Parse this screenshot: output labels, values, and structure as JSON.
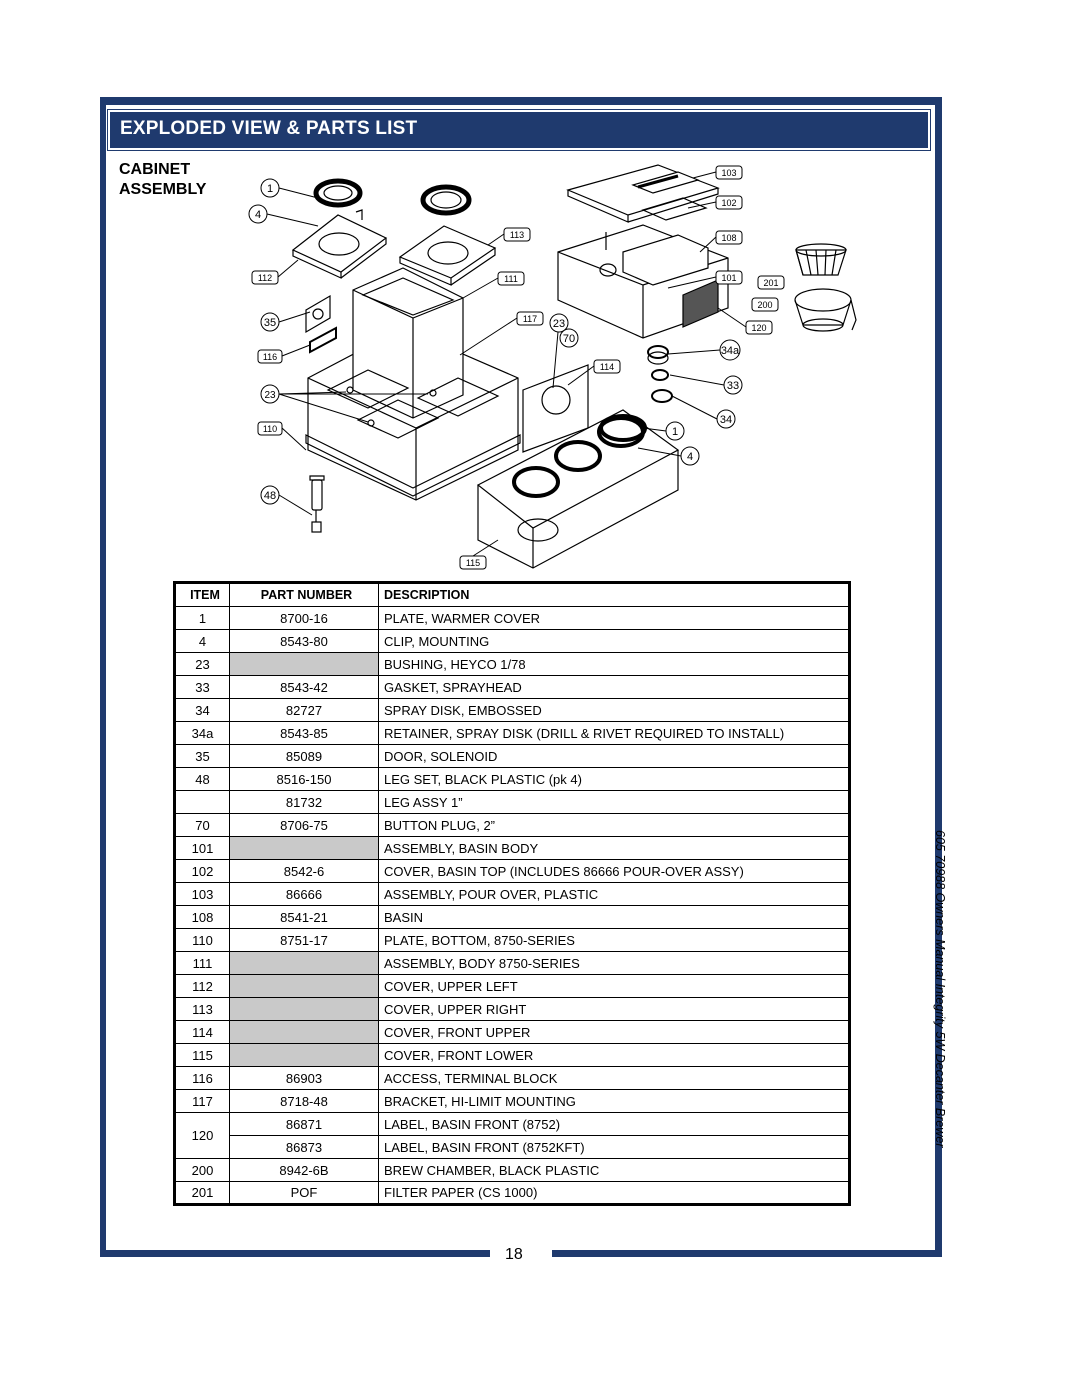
{
  "header": {
    "title": "EXPLODED VIEW & PARTS LIST"
  },
  "section": {
    "heading_line1": "CABINET",
    "heading_line2": "ASSEMBLY"
  },
  "callouts": [
    "1",
    "4",
    "112",
    "35",
    "116",
    "23",
    "110",
    "48",
    "113",
    "111",
    "117",
    "23",
    "70",
    "114",
    "115",
    "103",
    "102",
    "108",
    "101",
    "201",
    "200",
    "120",
    "34a",
    "33",
    "34",
    "1",
    "4"
  ],
  "table": {
    "headers": {
      "item": "ITEM",
      "part": "PART NUMBER",
      "desc": "DESCRIPTION"
    },
    "rows": [
      {
        "item": "1",
        "part": "8700-16",
        "desc": "PLATE, WARMER COVER"
      },
      {
        "item": "4",
        "part": "8543-80",
        "desc": "CLIP, MOUNTING"
      },
      {
        "item": "23",
        "part": "",
        "desc": "BUSHING, HEYCO 1/78"
      },
      {
        "item": "33",
        "part": "8543-42",
        "desc": "GASKET, SPRAYHEAD"
      },
      {
        "item": "34",
        "part": "82727",
        "desc": "SPRAY DISK, EMBOSSED"
      },
      {
        "item": "34a",
        "part": "8543-85",
        "desc": "RETAINER, SPRAY DISK (DRILL & RIVET REQUIRED TO INSTALL)"
      },
      {
        "item": "35",
        "part": "85089",
        "desc": "DOOR, SOLENOID"
      },
      {
        "item": "48",
        "part": "8516-150",
        "desc": "LEG SET, BLACK PLASTIC (pk 4)"
      },
      {
        "item": "",
        "part": "81732",
        "desc": "LEG ASSY 1”"
      },
      {
        "item": "70",
        "part": "8706-75",
        "desc": "BUTTON PLUG, 2”"
      },
      {
        "item": "101",
        "part": "",
        "desc": "ASSEMBLY, BASIN BODY"
      },
      {
        "item": "102",
        "part": "8542-6",
        "desc": "COVER, BASIN TOP (INCLUDES 86666 POUR-OVER ASSY)"
      },
      {
        "item": "103",
        "part": "86666",
        "desc": "ASSEMBLY, POUR OVER, PLASTIC"
      },
      {
        "item": "108",
        "part": "8541-21",
        "desc": "BASIN"
      },
      {
        "item": "110",
        "part": "8751-17",
        "desc": "PLATE, BOTTOM, 8750-SERIES"
      },
      {
        "item": "111",
        "part": "",
        "desc": "ASSEMBLY, BODY 8750-SERIES"
      },
      {
        "item": "112",
        "part": "",
        "desc": "COVER, UPPER LEFT"
      },
      {
        "item": "113",
        "part": "",
        "desc": "COVER, UPPER RIGHT"
      },
      {
        "item": "114",
        "part": "",
        "desc": "COVER, FRONT UPPER"
      },
      {
        "item": "115",
        "part": "",
        "desc": "COVER, FRONT LOWER"
      },
      {
        "item": "116",
        "part": "86903",
        "desc": "ACCESS, TERMINAL BLOCK"
      },
      {
        "item": "117",
        "part": "8718-48",
        "desc": "BRACKET, HI-LIMIT MOUNTING"
      },
      {
        "item": "120",
        "part": "86871",
        "desc": "LABEL, BASIN FRONT (8752)"
      },
      {
        "item": "",
        "part": "86873",
        "desc": "LABEL, BASIN FRONT (8752KFT)"
      },
      {
        "item": "200",
        "part": "8942-6B",
        "desc": "BREW CHAMBER, BLACK PLASTIC"
      },
      {
        "item": "201",
        "part": "POF",
        "desc": "FILTER PAPER (CS 1000)"
      }
    ]
  },
  "footer": {
    "page_number": "18",
    "side_caption": "605 70988 Owners Manual  Integrity 5W Decanter Brewer"
  },
  "colors": {
    "frame": "#1f3a6e",
    "shaded_cell": "#c9c9c9"
  }
}
